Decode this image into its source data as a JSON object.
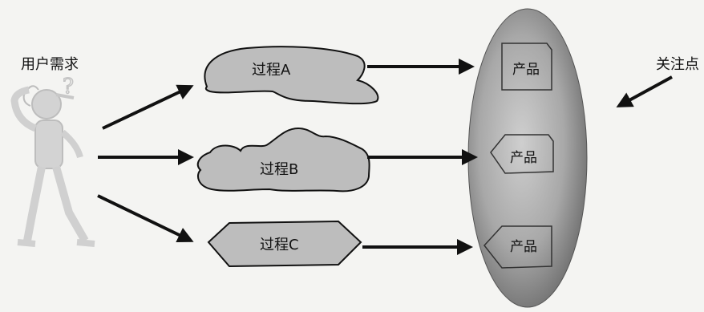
{
  "user_label": "用户需求",
  "focus_label": "关注点",
  "processes": [
    {
      "name": "过程A"
    },
    {
      "name": "过程B"
    },
    {
      "name": "过程C"
    }
  ],
  "products": [
    {
      "name": "产品"
    },
    {
      "name": "产品"
    },
    {
      "name": "产品"
    }
  ],
  "colors": {
    "shape_fill": "#bdbdbd",
    "outline": "#1a1a1a",
    "ellipse_center": "#c8c8c8",
    "ellipse_edge": "#6f6f6f",
    "figure": "#cfcfcf"
  }
}
